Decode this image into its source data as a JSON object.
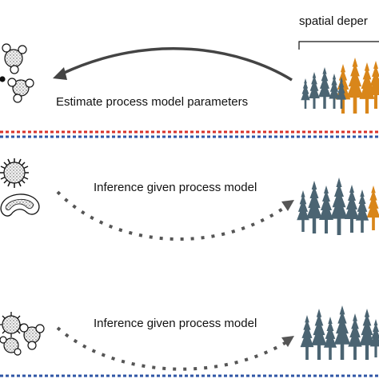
{
  "labels": {
    "spatial": "spatial deper",
    "estimate": "Estimate process model parameters",
    "inference_1": "Inference given process model",
    "inference_2": "Inference given process model"
  },
  "colors": {
    "tree_blue": "#4b6472",
    "tree_orange": "#d9861a",
    "separator_red": "#d8332a",
    "separator_blue": "#2f56a5",
    "arrow": "#444444"
  },
  "icons": [
    "molecule-cluster-icon",
    "spiky-ball-icon",
    "kidney-bean-icon",
    "forest-icon",
    "bracket-icon"
  ]
}
